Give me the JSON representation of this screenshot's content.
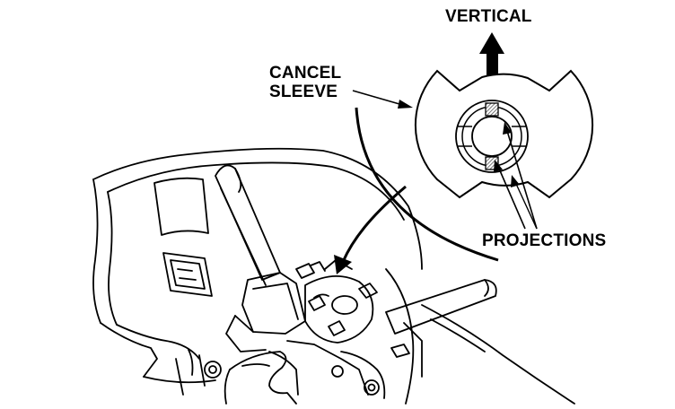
{
  "labels": {
    "vertical": "VERTICAL",
    "cancel_sleeve_line1": "CANCEL",
    "cancel_sleeve_line2": "SLEEVE",
    "projections": "PROJECTIONS"
  },
  "colors": {
    "ink": "#000000",
    "background": "#ffffff",
    "hatch": "#555555"
  }
}
